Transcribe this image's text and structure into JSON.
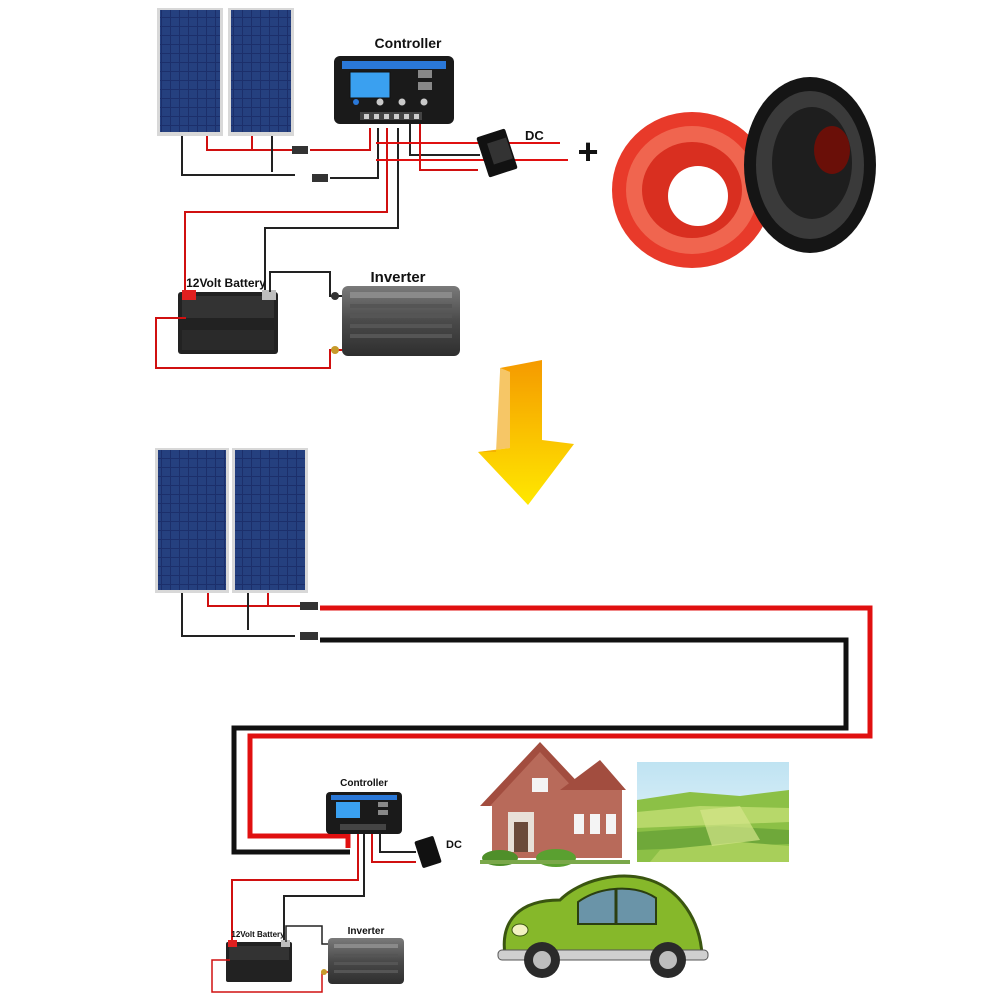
{
  "top_system": {
    "controller_label": "Controller",
    "dc_label": "DC",
    "plus_sign": "+",
    "battery_label": "12Volt Battery",
    "inverter_label": "Inverter"
  },
  "bottom_system": {
    "controller_label": "Controller",
    "dc_label": "DC",
    "battery_label": "12Volt Battery",
    "inverter_label": "Inverter"
  },
  "colors": {
    "positive_wire": "#e01010",
    "negative_wire": "#111111",
    "panel_cell": "#1c2f6b",
    "arrow_top": "#f7a400",
    "arrow_bottom": "#ffe900",
    "car_body": "#86b82a"
  },
  "icons": [
    "solar-panel-icon",
    "charge-controller-icon",
    "battery-icon",
    "inverter-icon",
    "dc-load-icon",
    "cable-reel-icon",
    "down-arrow-icon",
    "house-icon",
    "farmland-icon",
    "car-icon"
  ]
}
